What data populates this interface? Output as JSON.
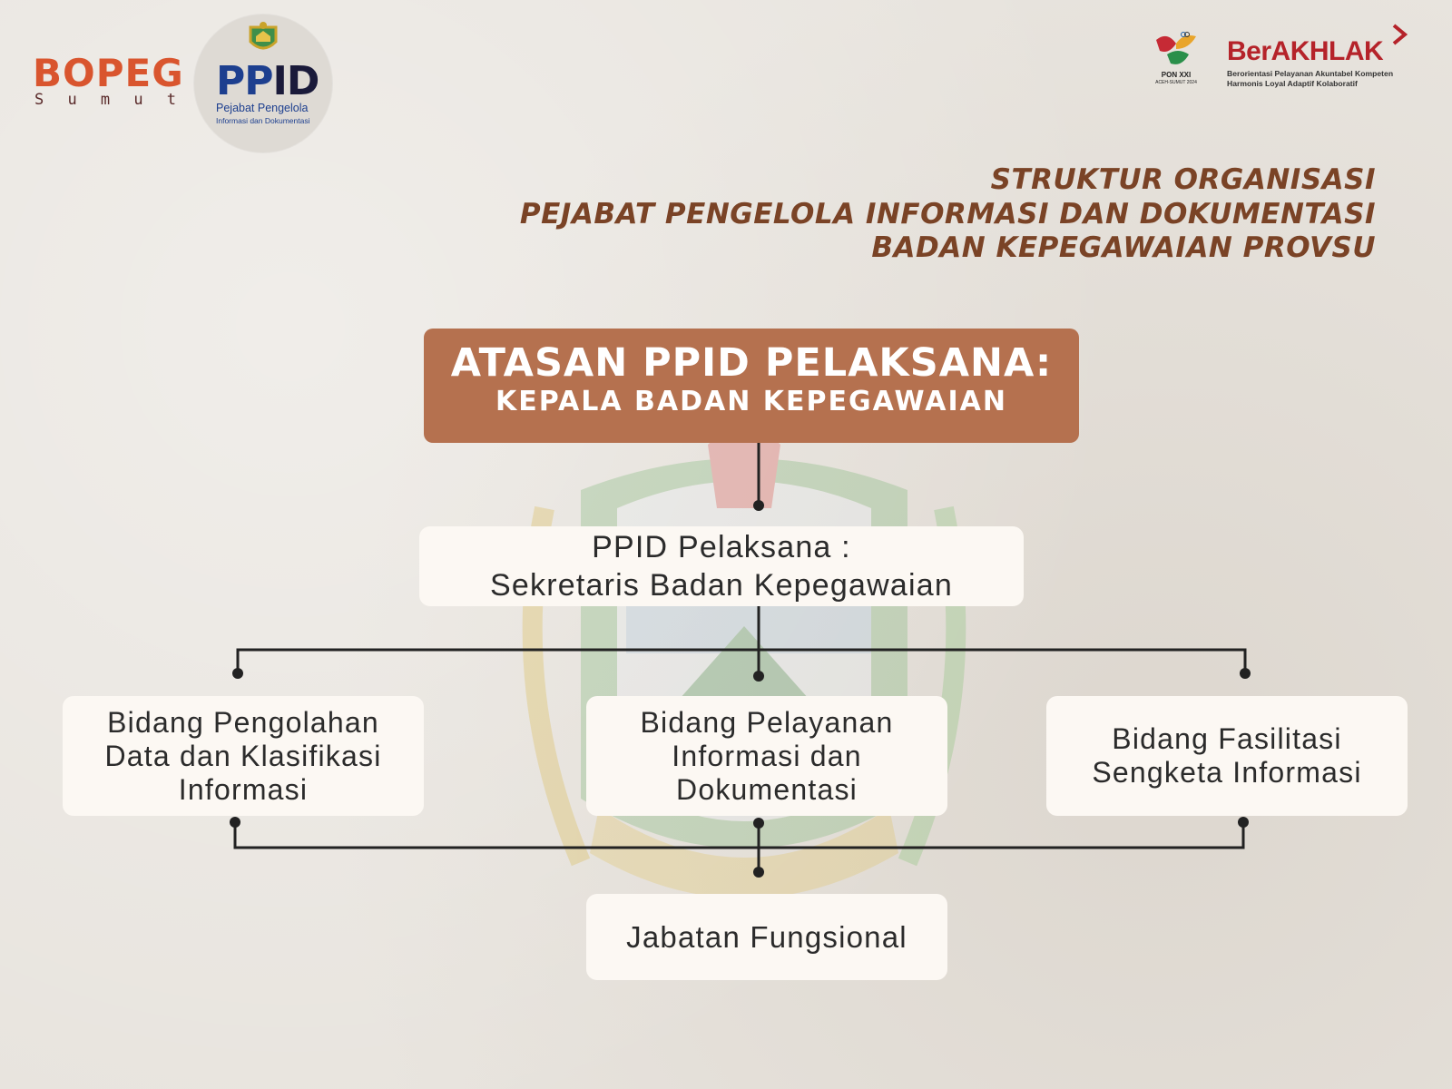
{
  "logos": {
    "bopeg": {
      "word": "BOPEG",
      "sub": [
        "S",
        "u",
        "m",
        "u",
        "t"
      ]
    },
    "ppid": {
      "word_a": "PP",
      "word_b": "ID",
      "line1": "Pejabat Pengelola",
      "line2": "Informasi dan Dokumentasi"
    },
    "pon": {
      "word": "PON XXI",
      "sub": "ACEH-SUMUT 2024"
    },
    "berakhlak": {
      "word": "BerAKHLAK",
      "line1": "Berorientasi Pelayanan Akuntabel Kompeten",
      "line2": "Harmonis Loyal Adaptif Kolaboratif"
    }
  },
  "title": {
    "line1": "STRUKTUR ORGANISASI",
    "line2": "PEJABAT PENGELOLA INFORMASI DAN DOKUMENTASI",
    "line3": "BADAN KEPEGAWAIAN PROVSU"
  },
  "chart": {
    "top": {
      "title": "ATASAN PPID PELAKSANA:",
      "subtitle": "KEPALA BADAN KEPEGAWAIAN"
    },
    "pelaksana": "PPID Pelaksana :\nSekretaris Badan Kepegawaian",
    "bidang": [
      "Bidang Pengolahan\nData dan Klasifikasi\nInformasi",
      "Bidang Pelayanan\nInformasi dan\nDokumentasi",
      "Bidang Fasilitasi\nSengketa Informasi"
    ],
    "fungsional": "Jabatan Fungsional"
  },
  "colors": {
    "background": "#e8e4de",
    "title": "#7a4326",
    "top_box": "#b5714f",
    "node_box": "#fcf8f3",
    "line": "#222222",
    "bopeg": "#d9552e",
    "ppid_blue": "#1d3f8f",
    "berakhlak_red": "#b5232a"
  }
}
